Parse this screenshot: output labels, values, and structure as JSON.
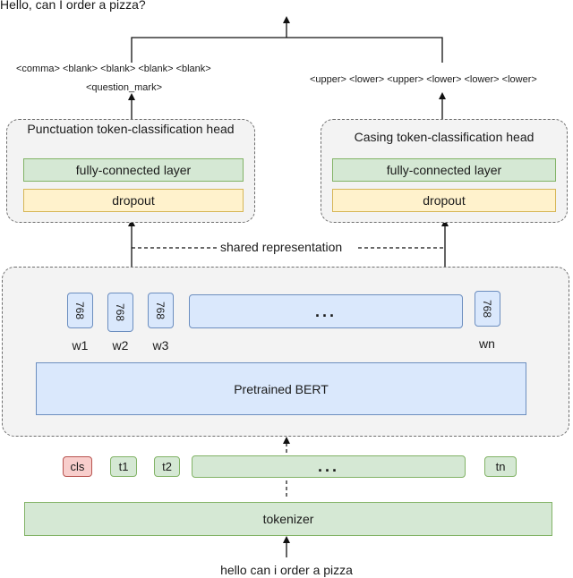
{
  "output_sentence": "Hello, can I order a pizza?",
  "input_sentence": "hello can i order a pizza",
  "punct_labels_line1": "<comma> <blank> <blank> <blank> <blank>",
  "punct_labels_line2": "<question_mark>",
  "casing_labels": "<upper> <lower> <upper> <lower> <lower> <lower>",
  "punct_head": {
    "title": "Punctuation token-classification head",
    "fc_label": "fully-connected layer",
    "dropout_label": "dropout"
  },
  "casing_head": {
    "title": "Casing token-classification head",
    "fc_label": "fully-connected layer",
    "dropout_label": "dropout"
  },
  "shared_label": "shared representation",
  "bert": {
    "vectors": [
      {
        "dim": "768",
        "word": "w1"
      },
      {
        "dim": "768",
        "word": "w2"
      },
      {
        "dim": "768",
        "word": "w3"
      },
      {
        "dim": "768",
        "word": "wn"
      }
    ],
    "ellipsis": "...",
    "model_label": "Pretrained BERT"
  },
  "tokens": {
    "cls": "cls",
    "t1": "t1",
    "t2": "t2",
    "ellipsis": "...",
    "tn": "tn"
  },
  "tokenizer_label": "tokenizer",
  "colors": {
    "green_fill": "#d5e8d4",
    "green_border": "#82b366",
    "yellow_fill": "#fff2cc",
    "yellow_border": "#d6b656",
    "blue_fill": "#dae8fc",
    "blue_border": "#6c8ebf",
    "red_fill": "#f8cecc",
    "red_border": "#b85450"
  }
}
